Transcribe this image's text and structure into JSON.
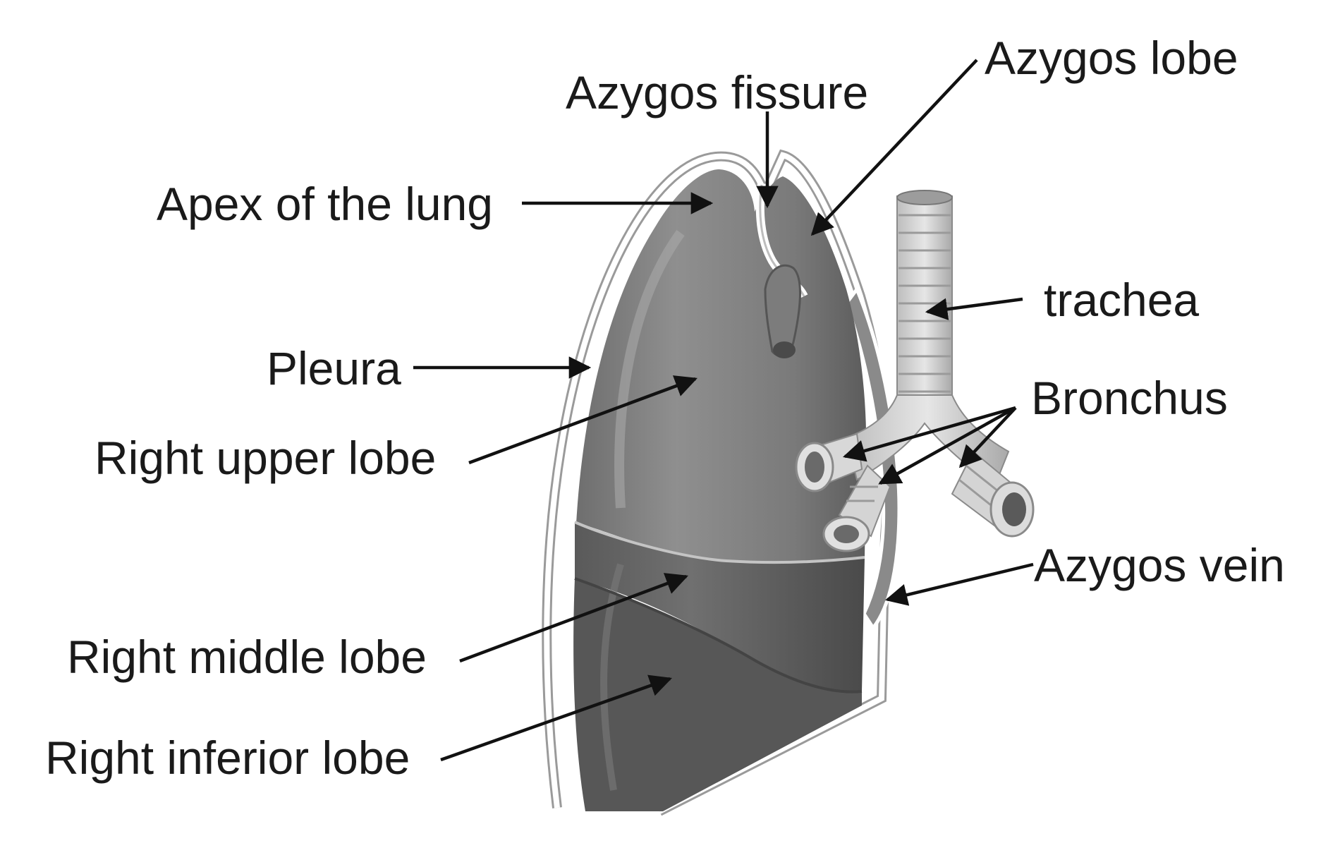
{
  "labels": {
    "azygos_fissure": "Azygos fissure",
    "azygos_lobe": "Azygos lobe",
    "apex": "Apex of the lung",
    "trachea": "trachea",
    "pleura": "Pleura",
    "bronchus": "Bronchus",
    "right_upper_lobe": "Right upper lobe",
    "azygos_vein": "Azygos vein",
    "right_middle_lobe": "Right middle lobe",
    "right_inferior_lobe": "Right inferior lobe"
  },
  "colors": {
    "background": "#ffffff",
    "lung_dark": "#5a5a5a",
    "lung_mid": "#8c8c8c",
    "trachea": "#d0d0d0",
    "text": "#1a1a1a"
  }
}
